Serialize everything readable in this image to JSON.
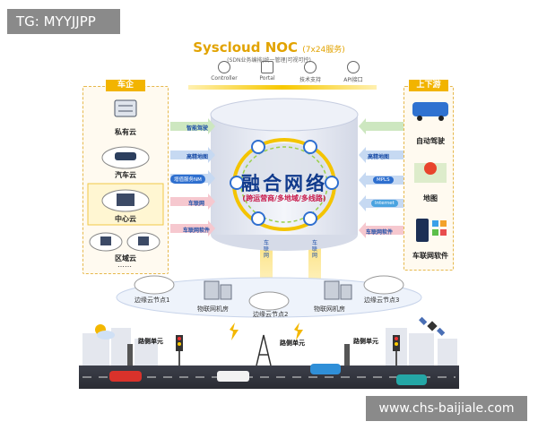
{
  "watermark_top": "TG: MYYJJPP",
  "watermark_bottom": "www.chs-baijiale.com",
  "noc": {
    "title": "Syscloud NOC",
    "title_suffix": "(7x24服务)",
    "subtitle": "(SDN业务编排|统一管理|可视可控)",
    "items": [
      {
        "label": "Controller",
        "icon": "controller-icon"
      },
      {
        "label": "Portal",
        "icon": "portal-icon"
      },
      {
        "label": "技术支持",
        "icon": "support-icon"
      },
      {
        "label": "API接口",
        "icon": "api-icon"
      }
    ]
  },
  "left_panel": {
    "title": "车企",
    "nodes": [
      "私有云",
      "汽车云",
      "中心云",
      "区域云"
    ],
    "more": "……"
  },
  "right_panel": {
    "title": "上下游",
    "nodes": [
      "自动驾驶",
      "地图",
      "车联网软件"
    ]
  },
  "center": {
    "title": "融合网络",
    "subtitle": "(跨运营商/多地域/多线路)"
  },
  "left_arrows": [
    "智能驾驶",
    "高精地图",
    "增值服务NM",
    "车联网",
    "车联网软件"
  ],
  "right_arrows": [
    "高精地图",
    "MPLS",
    "Internet",
    "车联网软件"
  ],
  "vertical_labels": [
    "车联网",
    "车联网"
  ],
  "edge": {
    "nodes": [
      "边缘云节点1",
      "边缘云节点2",
      "边缘云节点3"
    ],
    "rooms": [
      "物联网机房",
      "物联网机房"
    ]
  },
  "road": {
    "units": [
      "路侧单元",
      "路侧单元",
      "路侧单元"
    ]
  },
  "colors": {
    "accent": "#f2b400",
    "network_blue": "#1d4fa8",
    "highlight_red": "#c8194a"
  }
}
